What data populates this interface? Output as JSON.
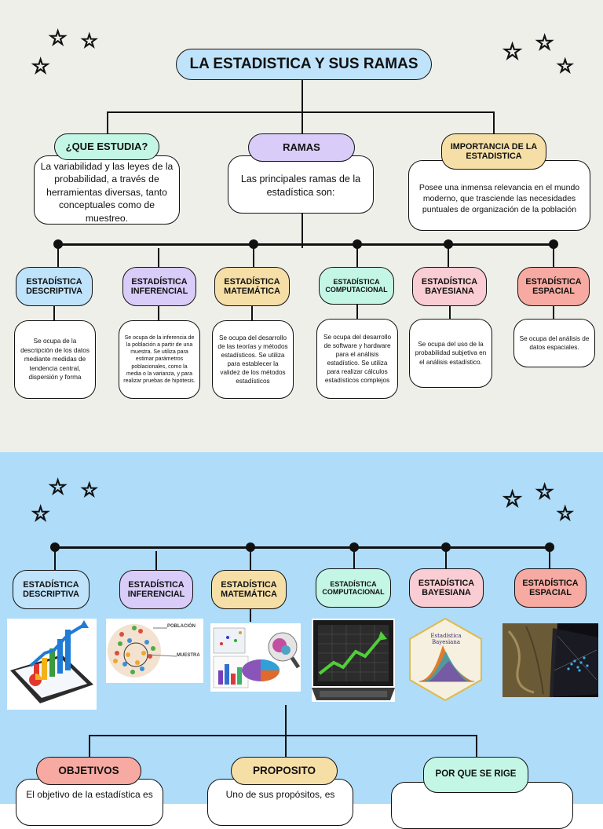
{
  "title": "LA ESTADISTICA Y SUS RAMAS",
  "top": {
    "que_estudia": {
      "label": "¿QUE ESTUDIA?",
      "text": "La variabilidad y las leyes de la probabilidad, a través de herramientas diversas, tanto conceptuales como de muestreo."
    },
    "ramas": {
      "label": "RAMAS",
      "text": "Las principales ramas de la estadística son:"
    },
    "importancia": {
      "label": "IMPORTANCIA DE LA ESTADISTICA",
      "text": "Posee una inmensa relevancia en el mundo moderno, que trasciende las necesidades puntuales de organización de la población"
    },
    "branches": [
      {
        "label": "ESTADÍSTICA DESCRIPTIVA",
        "desc": "Se ocupa de la descripción de los datos mediante medidas de tendencia central, dispersión y forma"
      },
      {
        "label": "ESTADÍSTICA INFERENCIAL",
        "desc": "Se ocupa de la inferencia de la población a partir de una muestra. Se utiliza para estimar parámetros poblacionales, como la media o la varianza, y para realizar pruebas de hipótesis."
      },
      {
        "label": "ESTADÍSTICA MATEMÁTICA",
        "desc": "Se ocupa del desarrollo de las teorías y métodos estadísticos. Se utiliza para establecer la validez de los métodos estadísticos"
      },
      {
        "label": "ESTADÍSTICA COMPUTACIONAL",
        "desc": "Se ocupa del desarrollo de software y hardware para el análisis estadístico. Se utiliza para realizar cálculos estadísticos complejos"
      },
      {
        "label": "ESTADÍSTICA BAYESIANA",
        "desc": "Se ocupa del uso de la probabilidad subjetiva en el análisis estadístico."
      },
      {
        "label": "ESTADÍSTICA ESPACIAL",
        "desc": "Se ocupa del análisis de datos espaciales."
      }
    ]
  },
  "bottom": {
    "branches": [
      {
        "label": "ESTADÍSTICA DESCRIPTIVA"
      },
      {
        "label": "ESTADÍSTICA INFERENCIAL"
      },
      {
        "label": "ESTADÍSTICA MATEMÁTICA"
      },
      {
        "label": "ESTADÍSTICA COMPUTACIONAL"
      },
      {
        "label": "ESTADÍSTICA BAYESIANA"
      },
      {
        "label": "ESTADÍSTICA ESPACIAL"
      }
    ],
    "image_labels": {
      "poblacion": "POBLACIÓN",
      "muestra": "MUESTRA",
      "bayes_title": "Estadística Bayesiana"
    },
    "objetivos": {
      "label": "OBJETIVOS",
      "text": "El objetivo de la estadística es"
    },
    "proposito": {
      "label": "PROPOSITO",
      "text": "Uno de sus propósitos, es"
    },
    "por_que": {
      "label": "POR QUE SE RIGE"
    }
  },
  "colors": {
    "top_bg": "#efefea",
    "bottom_bg": "#aedcf9",
    "blue": "#bfe3fb",
    "purple": "#d9ccf8",
    "yellow": "#f6dfa7",
    "mint": "#c4f6e6",
    "pink": "#f9cdd3",
    "salmon": "#f6aaa1"
  },
  "icons": [
    "star-icon"
  ]
}
